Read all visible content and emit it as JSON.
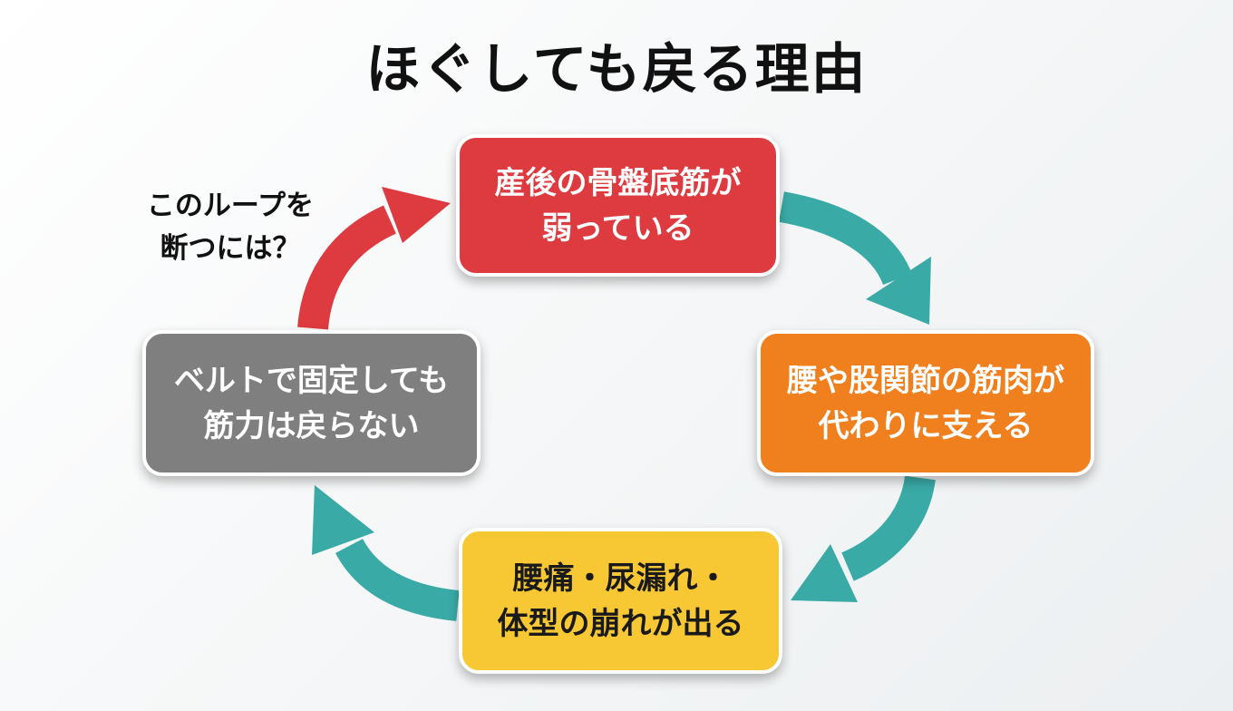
{
  "title": "ほぐしても戻る理由",
  "loop_note": {
    "line1": "このループを",
    "line2": "断つには？"
  },
  "nodes": {
    "top": {
      "line1": "産後の骨盤底筋が",
      "line2": "弱っている",
      "color": "#dd3b3f"
    },
    "right": {
      "line1": "腰や股関節の筋肉が",
      "line2": "代わりに支える",
      "color": "#f07f1e"
    },
    "bottom": {
      "line1": "腰痛・尿漏れ・",
      "line2": "体型の崩れが出る",
      "color": "#f7c834"
    },
    "left": {
      "line1": "ベルトで固定しても",
      "line2": "筋力は戻らない",
      "color": "#7f7f7f"
    }
  },
  "arrow_colors": {
    "cycle": "#3aaaa6",
    "break": "#dd3b3f"
  }
}
